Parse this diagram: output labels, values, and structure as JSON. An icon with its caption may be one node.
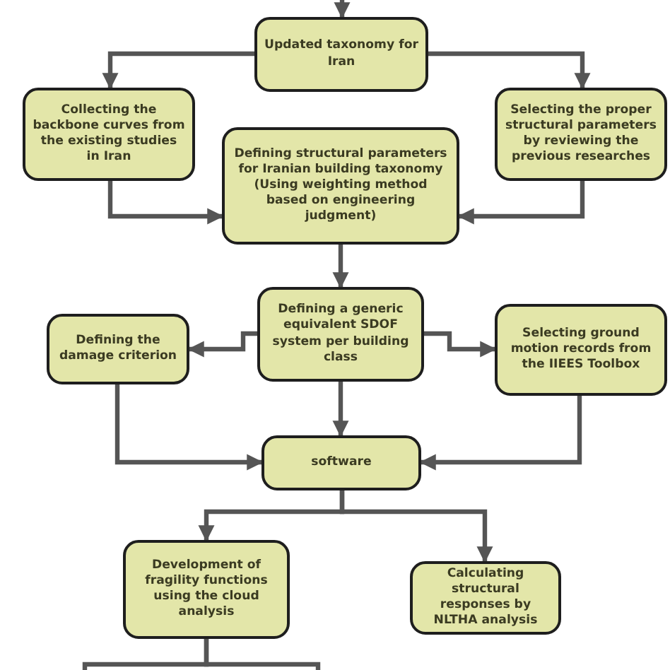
{
  "diagram": {
    "nodes": [
      {
        "text": [
          "Updated taxonomy for Iran"
        ]
      },
      {
        "text": [
          "Collecting the backbone curves from the existing studies in Iran"
        ]
      },
      {
        "text": [
          "Selecting the proper structural parameters by reviewing the previous researches"
        ]
      },
      {
        "text": [
          "Defining structural parameters for Iranian building taxonomy (Using  weighting method based on engineering judgment)"
        ]
      },
      {
        "text": [
          "Defining a generic equivalent SDOF system per building class"
        ]
      },
      {
        "text": [
          "Defining the damage criterion"
        ]
      },
      {
        "text": [
          "Selecting ground motion records from the IIEES Toolbox"
        ]
      },
      {
        "text": [
          "software"
        ]
      },
      {
        "text": [
          "Development of fragility functions using the cloud analysis"
        ]
      },
      {
        "text": [
          "Calculating structural responses by NLTHA analysis"
        ]
      }
    ],
    "edges": [
      {
        "from": null,
        "to": 0,
        "arrow": "to"
      },
      {
        "from": 0,
        "to": 1,
        "arrow": "to"
      },
      {
        "from": 0,
        "to": 2,
        "arrow": "to"
      },
      {
        "from": 1,
        "to": 3,
        "arrow": "to"
      },
      {
        "from": 2,
        "to": 3,
        "arrow": "to"
      },
      {
        "from": 3,
        "to": 4,
        "arrow": "to"
      },
      {
        "from": 4,
        "to": 5,
        "arrow": "to"
      },
      {
        "from": 4,
        "to": 6,
        "arrow": "to"
      },
      {
        "from": 4,
        "to": 7,
        "arrow": "to"
      },
      {
        "from": 5,
        "to": 7,
        "arrow": "to"
      },
      {
        "from": 6,
        "to": 7,
        "arrow": "to"
      },
      {
        "from": 7,
        "to": 8,
        "arrow": "to"
      },
      {
        "from": 7,
        "to": 9,
        "arrow": "to"
      },
      {
        "from": 8,
        "to": null,
        "arrow": "none"
      },
      {
        "from": 8,
        "to": null,
        "arrow": "none"
      }
    ]
  }
}
